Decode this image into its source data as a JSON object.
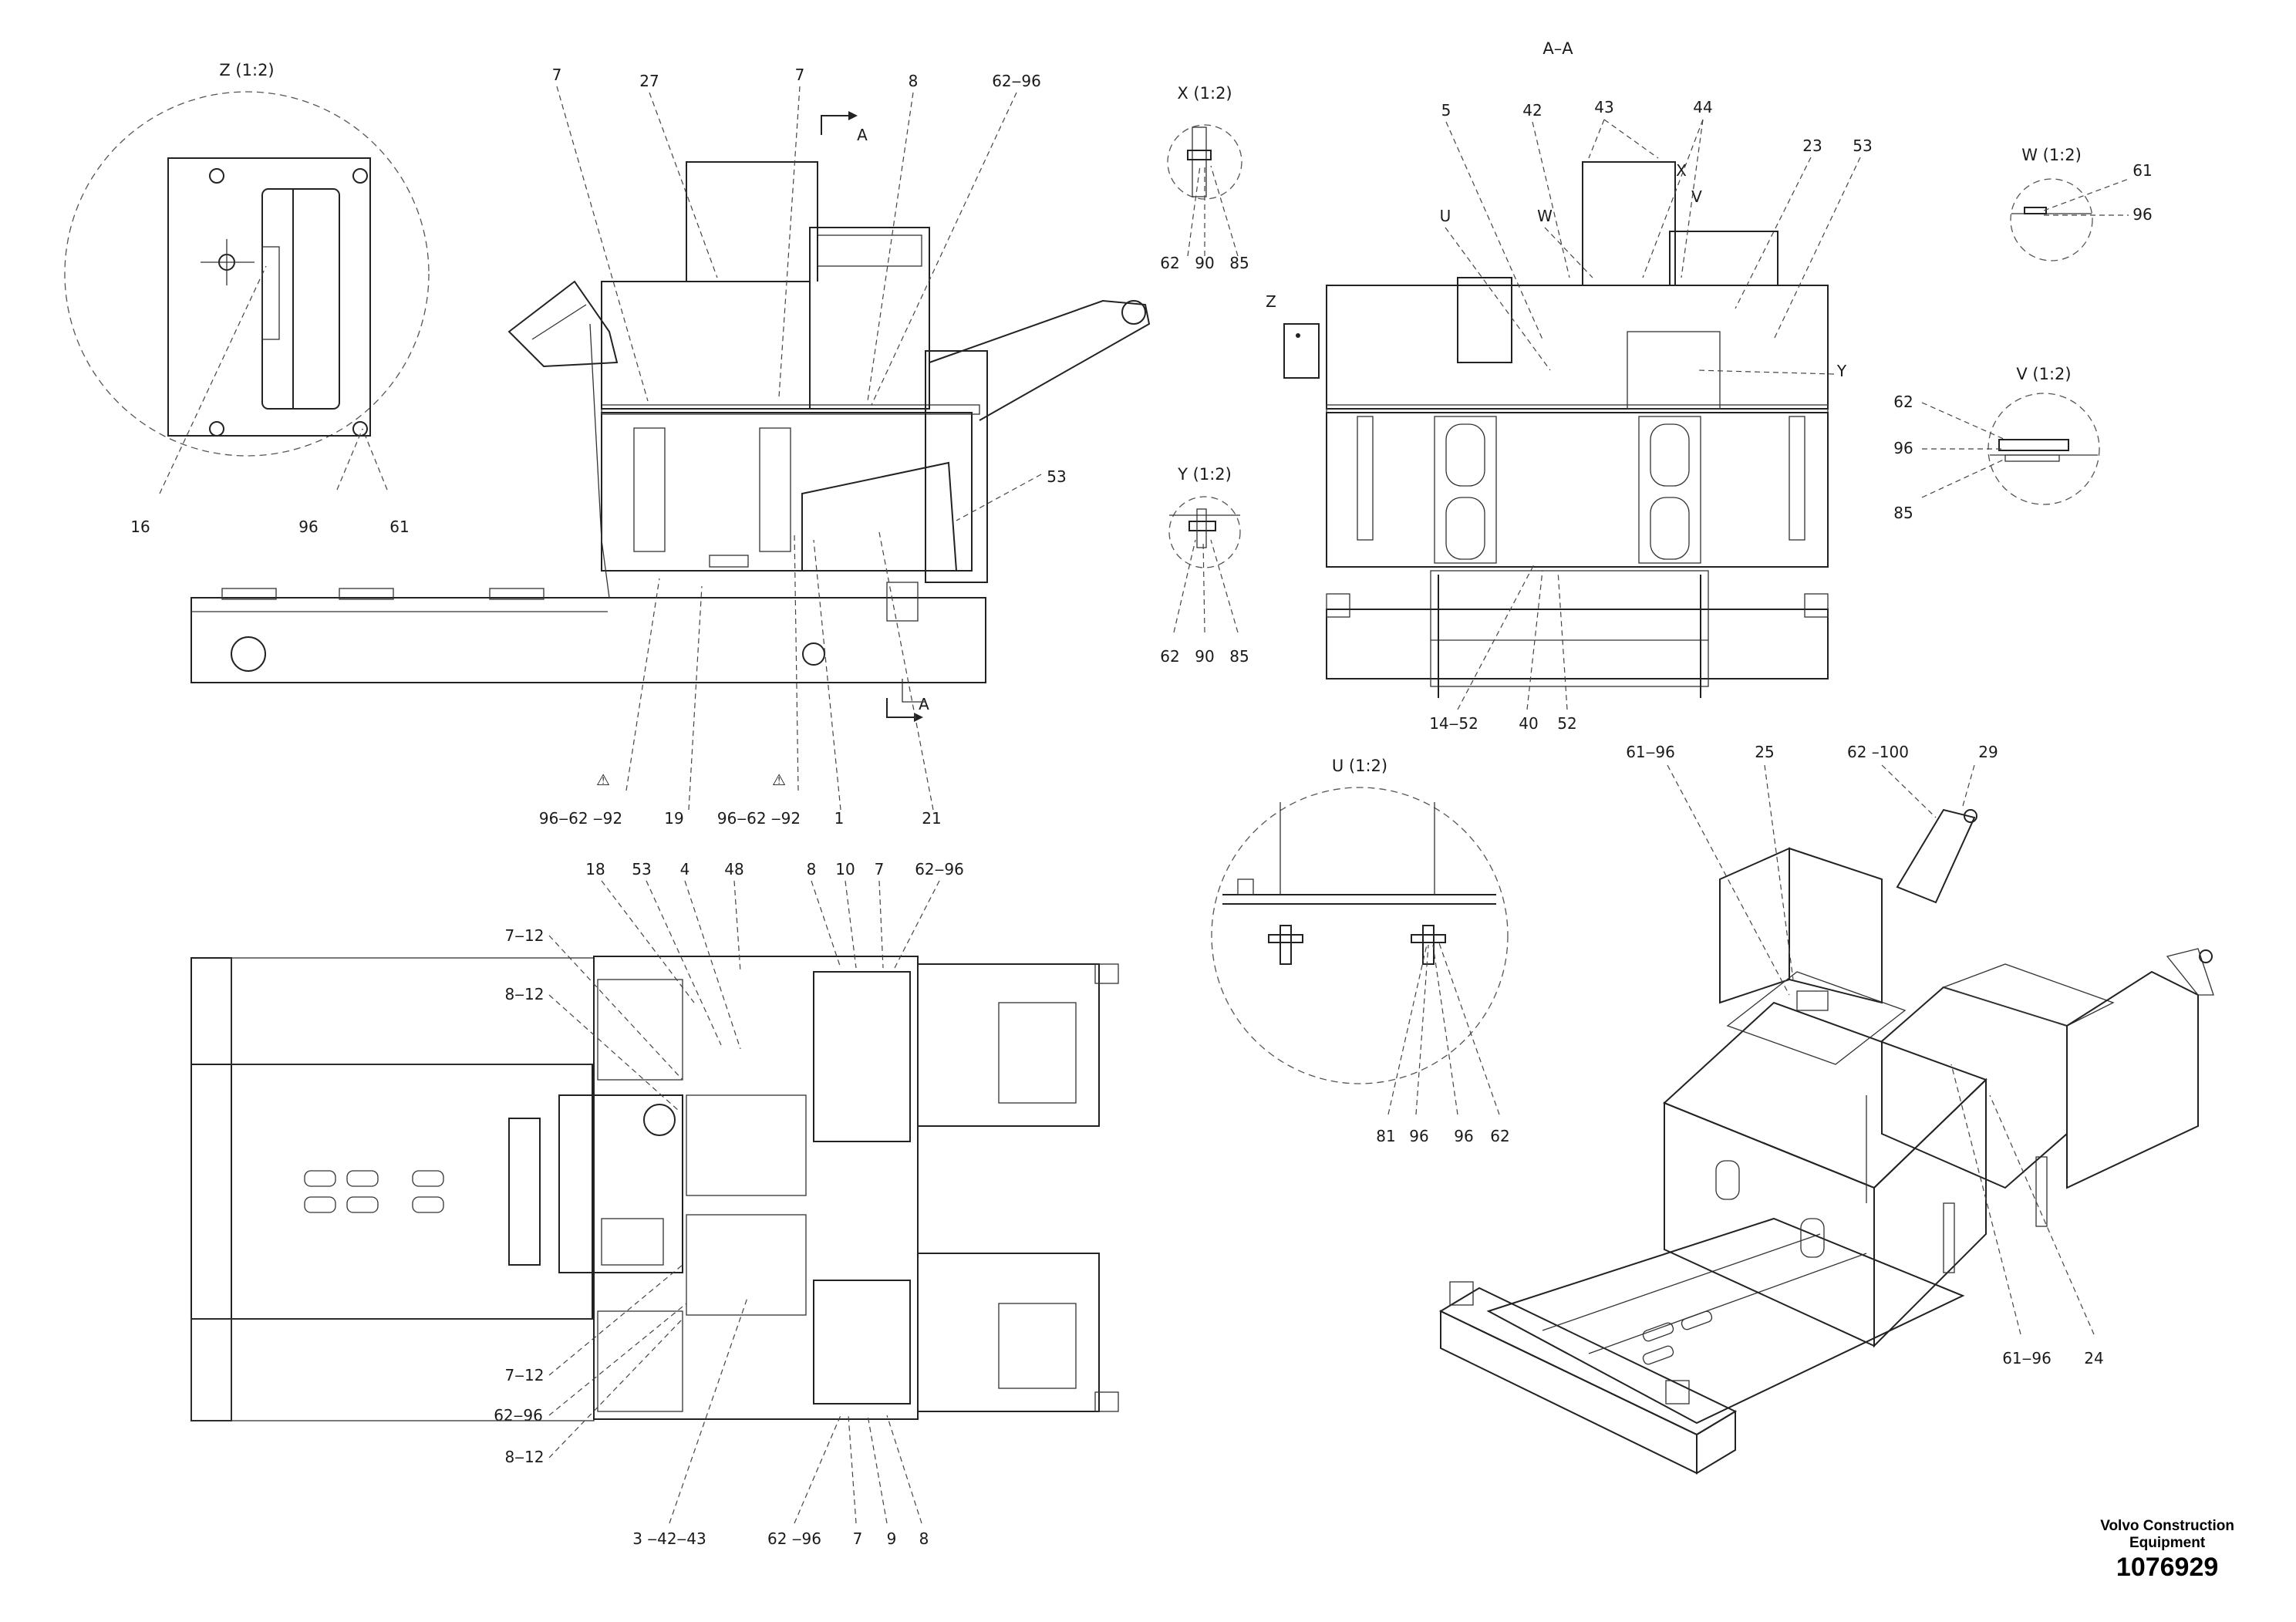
{
  "views": {
    "detail_z": {
      "title": "Z (1:2)",
      "callouts": [
        "16",
        "96",
        "61"
      ]
    },
    "side_view": {
      "top_callouts": [
        "7",
        "27",
        "7",
        "8",
        "62‒96"
      ],
      "section_mark": "A",
      "section_mark_bottom": "A",
      "right_callout": "53",
      "bottom_callouts": [
        "96‒62 ‒92",
        "19",
        "96‒62 ‒92",
        "1",
        "21"
      ]
    },
    "detail_x": {
      "title": "X (1:2)",
      "callouts": [
        "62",
        "90",
        "85"
      ]
    },
    "detail_y": {
      "title": "Y (1:2)",
      "callouts": [
        "62",
        "90",
        "85"
      ]
    },
    "section_aa": {
      "title": "A–A",
      "top_callouts": [
        "5",
        "42",
        "43",
        "44",
        "23",
        "53"
      ],
      "letter_marks": [
        "U",
        "W",
        "X",
        "V",
        "Z",
        "Y"
      ],
      "bottom_callouts": [
        "14‒52",
        "40",
        "52"
      ]
    },
    "detail_w": {
      "title": "W (1:2)",
      "callouts": [
        "61",
        "96"
      ]
    },
    "detail_v": {
      "title": "V (1:2)",
      "callouts": [
        "62",
        "96",
        "85"
      ]
    },
    "top_view": {
      "top_callouts": [
        "18",
        "53",
        "4",
        "48",
        "8",
        "10",
        "7",
        "62‒96"
      ],
      "left_callouts": [
        "7‒12",
        "8‒12",
        "7‒12",
        "62‒96",
        "8‒12"
      ],
      "bottom_callouts": [
        "3 ‒42‒43",
        "62 ‒96",
        "7",
        "9",
        "8"
      ]
    },
    "detail_u": {
      "title": "U (1:2)",
      "callouts": [
        "81",
        "96",
        "96",
        "62"
      ]
    },
    "iso_view": {
      "top_callouts": [
        "61‒96",
        "25",
        "62 –100",
        "29"
      ],
      "bottom_callouts": [
        "61‒96",
        "24"
      ]
    }
  },
  "brand": {
    "line1": "Volvo Construction",
    "line2": "Equipment",
    "part_number": "1076929"
  }
}
